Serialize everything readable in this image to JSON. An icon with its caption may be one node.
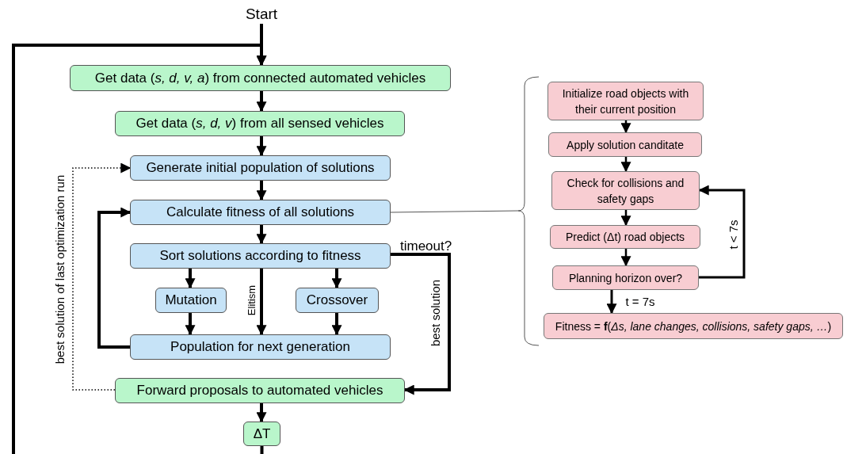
{
  "diagram": {
    "nodes": [
      {
        "text": [
          "Start"
        ]
      },
      {
        "text": [
          "Get data (*s, d, v, a*) from connected automated vehicles"
        ]
      },
      {
        "text": [
          "Get data (*s, d, v*) from all sensed vehicles"
        ]
      },
      {
        "text": [
          "Generate initial population of solutions"
        ]
      },
      {
        "text": [
          "Calculate fitness of all solutions"
        ]
      },
      {
        "text": [
          "Sort solutions according to fitness"
        ]
      },
      {
        "text": [
          "Mutation"
        ]
      },
      {
        "text": [
          "Crossover"
        ]
      },
      {
        "text": [
          "Population for next generation"
        ]
      },
      {
        "text": [
          "Forward proposals to automated vehicles"
        ]
      },
      {
        "text": [
          "ΔT"
        ]
      },
      {
        "text": [
          "Initialize road objects with their current position"
        ]
      },
      {
        "text": [
          "Apply solution canditate"
        ]
      },
      {
        "text": [
          "Check for collisions and safety gaps"
        ]
      },
      {
        "text": [
          "Predict (Δt) road objects"
        ]
      },
      {
        "text": [
          "Planning horizon over?"
        ]
      },
      {
        "text": [
          "Fitness = **f**(*Δs, lane changes, collisions, safety gaps, …*)"
        ]
      }
    ],
    "edges": [
      {
        "from": 0,
        "to": 1,
        "arrow": "to"
      },
      {
        "from": 10,
        "to": 1,
        "arrow": "to"
      },
      {
        "from": 1,
        "to": 2,
        "arrow": "to"
      },
      {
        "from": 2,
        "to": 3,
        "arrow": "to"
      },
      {
        "from": 3,
        "to": 4,
        "arrow": "to"
      },
      {
        "from": 4,
        "to": 5,
        "arrow": "to"
      },
      {
        "from": 5,
        "to": 6,
        "arrow": "to"
      },
      {
        "from": 5,
        "to": 8,
        "arrow": "to",
        "label": "Elitism"
      },
      {
        "from": 5,
        "to": 7,
        "arrow": "to"
      },
      {
        "from": 6,
        "to": 8,
        "arrow": "to"
      },
      {
        "from": 7,
        "to": 8,
        "arrow": "to"
      },
      {
        "from": 8,
        "to": 4,
        "arrow": "to"
      },
      {
        "from": 5,
        "to": 9,
        "arrow": "to",
        "label": "best solution"
      },
      {
        "from": 9,
        "to": 3,
        "arrow": "to",
        "label": "best solution of last optimization run",
        "style": "dashed"
      },
      {
        "from": 9,
        "to": 10,
        "arrow": "to"
      },
      {
        "from": 11,
        "to": 12,
        "arrow": "to"
      },
      {
        "from": 12,
        "to": 13,
        "arrow": "to"
      },
      {
        "from": 13,
        "to": 14,
        "arrow": "to"
      },
      {
        "from": 14,
        "to": 15,
        "arrow": "to"
      },
      {
        "from": 15,
        "to": 13,
        "arrow": "to",
        "label": "t < 7s"
      },
      {
        "from": 15,
        "to": 16,
        "arrow": "to",
        "label": "t = 7s"
      }
    ],
    "labels": [
      "timeout?"
    ]
  }
}
